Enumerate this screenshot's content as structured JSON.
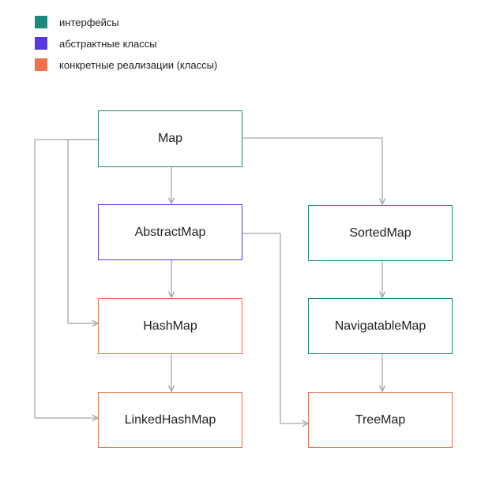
{
  "colors": {
    "interface": "#1b8a7a",
    "abstract": "#5b37e0",
    "concrete": "#f07152",
    "edge": "#a8a8a8"
  },
  "legend": [
    {
      "label": "интерфейсы",
      "kind": "interface"
    },
    {
      "label": "абстрактные классы",
      "kind": "abstract"
    },
    {
      "label": "конкретные реализации (классы)",
      "kind": "concrete"
    }
  ],
  "nodes": {
    "map": {
      "label": "Map",
      "kind": "interface"
    },
    "abstract_map": {
      "label": "AbstractMap",
      "kind": "abstract"
    },
    "sorted_map": {
      "label": "SortedMap",
      "kind": "interface"
    },
    "hash_map": {
      "label": "HashMap",
      "kind": "concrete"
    },
    "navigatable_map": {
      "label": "NavigatableMap",
      "kind": "interface"
    },
    "linked_hash_map": {
      "label": "LinkedHashMap",
      "kind": "concrete"
    },
    "tree_map": {
      "label": "TreeMap",
      "kind": "concrete"
    }
  },
  "edges": [
    {
      "from": "map",
      "to": "abstract_map"
    },
    {
      "from": "map",
      "to": "sorted_map"
    },
    {
      "from": "map",
      "to": "hash_map"
    },
    {
      "from": "map",
      "to": "linked_hash_map"
    },
    {
      "from": "abstract_map",
      "to": "hash_map"
    },
    {
      "from": "abstract_map",
      "to": "tree_map"
    },
    {
      "from": "sorted_map",
      "to": "navigatable_map"
    },
    {
      "from": "hash_map",
      "to": "linked_hash_map"
    },
    {
      "from": "navigatable_map",
      "to": "tree_map"
    }
  ]
}
